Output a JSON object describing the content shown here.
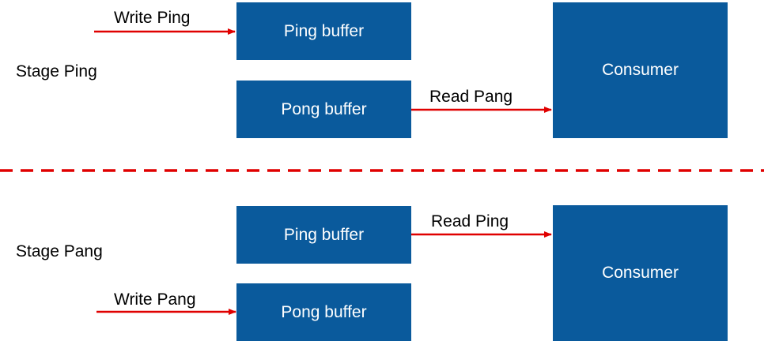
{
  "colors": {
    "box_fill": "#0a5a9c",
    "box_text": "#ffffff",
    "arrow": "#e00000",
    "divider": "#e00000",
    "text": "#000000"
  },
  "stage_ping": {
    "stage_label": "Stage Ping",
    "write_label": "Write Ping",
    "read_label": "Read Pang",
    "ping_buffer": "Ping buffer",
    "pong_buffer": "Pong buffer",
    "consumer": "Consumer"
  },
  "stage_pang": {
    "stage_label": "Stage Pang",
    "write_label": "Write Pang",
    "read_label": "Read Ping",
    "ping_buffer": "Ping buffer",
    "pong_buffer": "Pong buffer",
    "consumer": "Consumer"
  }
}
